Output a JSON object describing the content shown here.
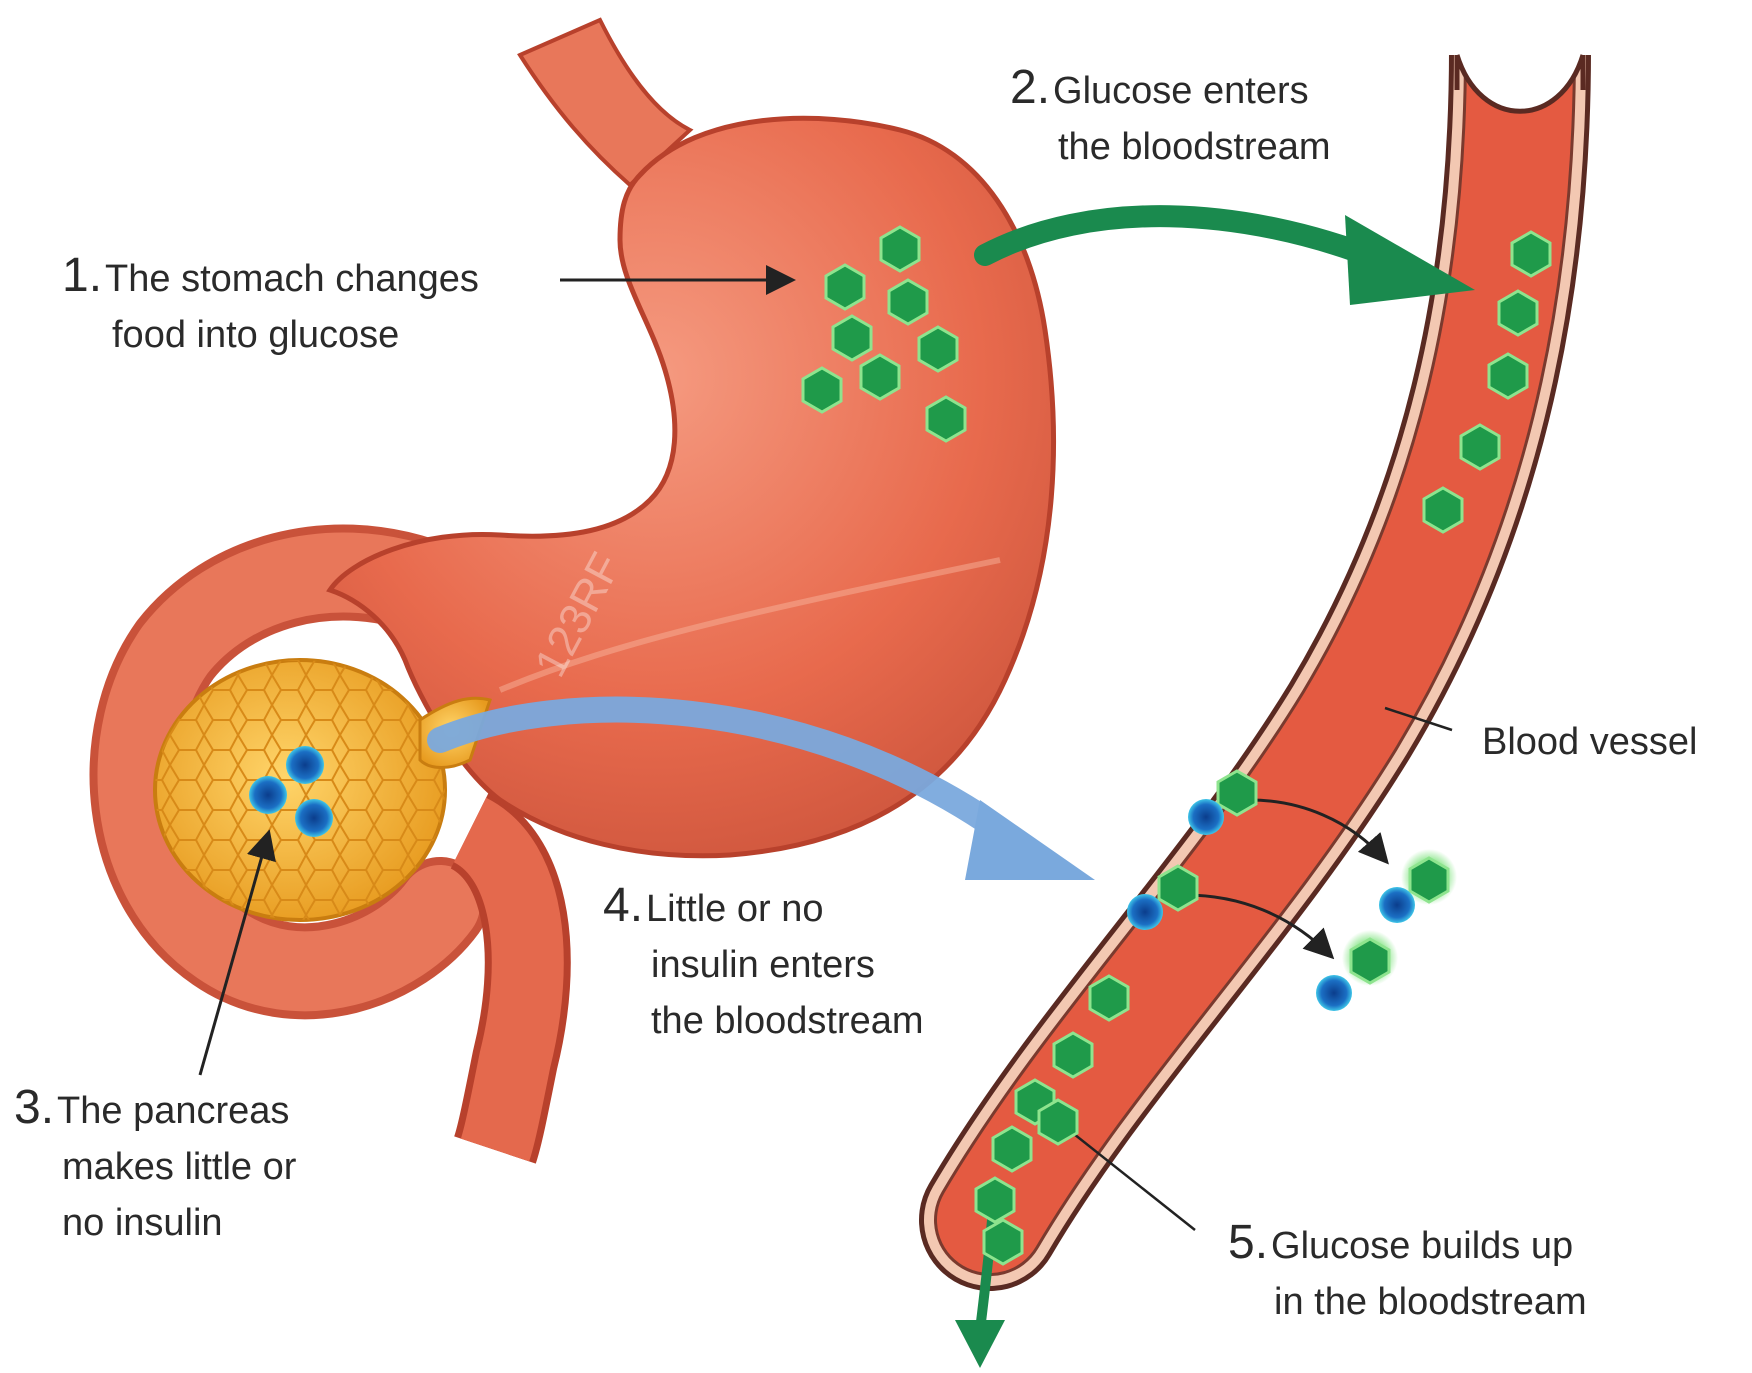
{
  "labels": {
    "step1": {
      "number": "1.",
      "line1": "The stomach changes",
      "line2": "food into glucose"
    },
    "step2": {
      "number": "2.",
      "line1": "Glucose enters",
      "line2": "the bloodstream"
    },
    "step3": {
      "number": "3.",
      "line1": "The pancreas",
      "line2": "makes little or",
      "line3": "no insulin"
    },
    "step4": {
      "number": "4.",
      "line1": "Little or no",
      "line2": "insulin enters",
      "line3": "the bloodstream"
    },
    "step5": {
      "number": "5.",
      "line1": "Glucose builds up",
      "line2": "in the bloodstream"
    },
    "vessel": "Blood vessel"
  },
  "watermark": "123RF",
  "colors": {
    "stomach": "#e86a4d",
    "stomach_dark": "#b8412c",
    "pancreas": "#f2b13a",
    "vessel_wall": "#f3c8b2",
    "blood": "#e45a41",
    "glucose": "#1f9a4a",
    "insulin": "#1a5fa8",
    "green_arrow": "#1a8a4e",
    "blue_arrow": "#7aa9dd"
  }
}
